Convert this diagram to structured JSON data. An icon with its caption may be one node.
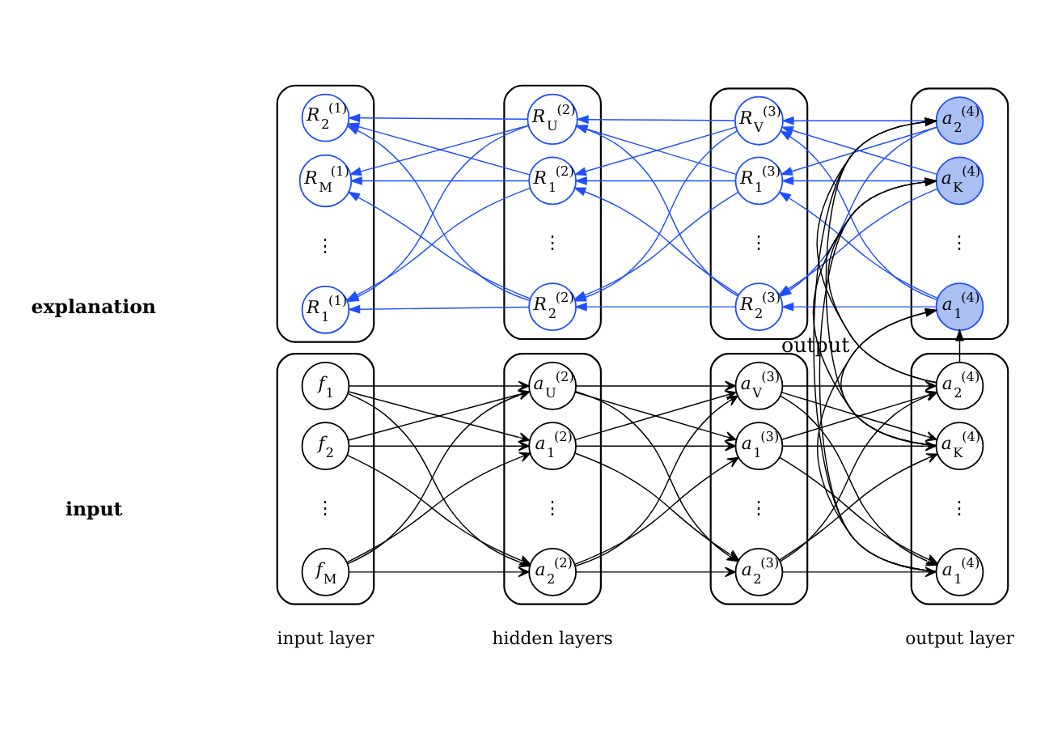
{
  "diagram": {
    "nodes": [
      {
        "text": [],
        "shape": "box"
      },
      {
        "text": [
          "f$_{1}$"
        ],
        "in": 0
      },
      {
        "text": [
          "f$_{2}$"
        ],
        "in": 0
      },
      {
        "text": [
          "f$_{M}$"
        ],
        "in": 0
      },
      {
        "text": [],
        "shape": "box"
      },
      {
        "text": [
          "a$_{1}$$^{(2)}$"
        ],
        "in": 4
      },
      {
        "text": [
          "a$_{2}$$^{(2)}$"
        ],
        "in": 4
      },
      {
        "text": [
          "a$_{U}$$^{(2)}$"
        ],
        "in": 4
      },
      {
        "text": [],
        "shape": "box"
      },
      {
        "text": [
          "a$_{1}$$^{(3)}$"
        ],
        "in": 8
      },
      {
        "text": [
          "a$_{2}$$^{(3)}$"
        ],
        "in": 8
      },
      {
        "text": [
          "a$_{V}$$^{(3)}$"
        ],
        "in": 8
      },
      {
        "text": [],
        "shape": "box"
      },
      {
        "text": [
          "a$_{1}$$^{(4)}$"
        ],
        "in": 12
      },
      {
        "text": [
          "a$_{2}$$^{(4)}$"
        ],
        "in": 12
      },
      {
        "text": [
          "a$_{K}$$^{(4)}$"
        ],
        "in": 12
      },
      {
        "text": [],
        "shape": "box"
      },
      {
        "text": [
          "R$_{1}$$^{(1)}$"
        ],
        "in": 16
      },
      {
        "text": [
          "R$_{2}$$^{(1)}$"
        ],
        "in": 16
      },
      {
        "text": [
          "R$_{M}$$^{(1)}$"
        ],
        "in": 16
      },
      {
        "text": [],
        "shape": "box"
      },
      {
        "text": [
          "R$_{1}$$^{(2)}$"
        ],
        "in": 20
      },
      {
        "text": [
          "R$_{2}$$^{(2)}$"
        ],
        "in": 20
      },
      {
        "text": [
          "R$_{U}$$^{(2)}$"
        ],
        "in": 20
      },
      {
        "text": [],
        "shape": "box"
      },
      {
        "text": [
          "R$_{1}$$^{(3)}$"
        ],
        "in": 24
      },
      {
        "text": [
          "R$_{2}$$^{(3)}$"
        ],
        "in": 24
      },
      {
        "text": [
          "R$_{V}$$^{(3)}$"
        ],
        "in": 24
      },
      {
        "text": [],
        "shape": "box"
      },
      {
        "text": [
          "a$_{1}$$^{(4)}$"
        ],
        "in": 28
      },
      {
        "text": [
          "a$_{2}$$^{(4)}$"
        ],
        "in": 28
      },
      {
        "text": [
          "a$_{K}$$^{(4)}$"
        ],
        "in": 28
      }
    ],
    "edges": [
      {
        "from": 1,
        "to": 5,
        "arrow": "to"
      },
      {
        "from": 1,
        "to": 6,
        "arrow": "to"
      },
      {
        "from": 1,
        "to": 7,
        "arrow": "to"
      },
      {
        "from": 2,
        "to": 5,
        "arrow": "to"
      },
      {
        "from": 2,
        "to": 6,
        "arrow": "to"
      },
      {
        "from": 2,
        "to": 7,
        "arrow": "to"
      },
      {
        "from": 3,
        "to": 5,
        "arrow": "to"
      },
      {
        "from": 3,
        "to": 6,
        "arrow": "to"
      },
      {
        "from": 3,
        "to": 7,
        "arrow": "to"
      },
      {
        "from": 5,
        "to": 9,
        "arrow": "to"
      },
      {
        "from": 5,
        "to": 10,
        "arrow": "to"
      },
      {
        "from": 5,
        "to": 11,
        "arrow": "to"
      },
      {
        "from": 6,
        "to": 9,
        "arrow": "to"
      },
      {
        "from": 6,
        "to": 10,
        "arrow": "to"
      },
      {
        "from": 6,
        "to": 11,
        "arrow": "to"
      },
      {
        "from": 7,
        "to": 9,
        "arrow": "to"
      },
      {
        "from": 7,
        "to": 10,
        "arrow": "to"
      },
      {
        "from": 7,
        "to": 11,
        "arrow": "to"
      },
      {
        "from": 9,
        "to": 13,
        "arrow": "to"
      },
      {
        "from": 9,
        "to": 14,
        "arrow": "to"
      },
      {
        "from": 9,
        "to": 15,
        "arrow": "to"
      },
      {
        "from": 10,
        "to": 13,
        "arrow": "to"
      },
      {
        "from": 10,
        "to": 14,
        "arrow": "to"
      },
      {
        "from": 10,
        "to": 15,
        "arrow": "to"
      },
      {
        "from": 11,
        "to": 13,
        "arrow": "to"
      },
      {
        "from": 11,
        "to": 14,
        "arrow": "to"
      },
      {
        "from": 11,
        "to": 15,
        "arrow": "to"
      },
      {
        "from": 13,
        "to": 29,
        "arrow": "to"
      },
      {
        "from": 13,
        "to": 30,
        "arrow": "to"
      },
      {
        "from": 13,
        "to": 31,
        "arrow": "to"
      },
      {
        "from": 14,
        "to": 29,
        "arrow": "to"
      },
      {
        "from": 14,
        "to": 30,
        "arrow": "to",
        "label": "output"
      },
      {
        "from": 14,
        "to": 31,
        "arrow": "to"
      },
      {
        "from": 15,
        "to": 29,
        "arrow": "to"
      },
      {
        "from": 15,
        "to": 30,
        "arrow": "to"
      },
      {
        "from": 15,
        "to": 31,
        "arrow": "to"
      },
      {
        "from": 29,
        "to": 25,
        "arrow": "to",
        "color": "#1f4fff"
      },
      {
        "from": 29,
        "to": 26,
        "arrow": "to",
        "color": "#1f4fff"
      },
      {
        "from": 29,
        "to": 27,
        "arrow": "to",
        "color": "#1f4fff"
      },
      {
        "from": 30,
        "to": 25,
        "arrow": "to",
        "color": "#1f4fff"
      },
      {
        "from": 30,
        "to": 26,
        "arrow": "to",
        "color": "#1f4fff"
      },
      {
        "from": 30,
        "to": 27,
        "arrow": "to",
        "color": "#1f4fff"
      },
      {
        "from": 31,
        "to": 25,
        "arrow": "to",
        "color": "#1f4fff"
      },
      {
        "from": 31,
        "to": 26,
        "arrow": "to",
        "color": "#1f4fff"
      },
      {
        "from": 31,
        "to": 27,
        "arrow": "to",
        "color": "#1f4fff"
      },
      {
        "from": 25,
        "to": 21,
        "arrow": "to",
        "color": "#1f4fff"
      },
      {
        "from": 25,
        "to": 22,
        "arrow": "to",
        "color": "#1f4fff"
      },
      {
        "from": 25,
        "to": 23,
        "arrow": "to",
        "color": "#1f4fff"
      },
      {
        "from": 26,
        "to": 21,
        "arrow": "to",
        "color": "#1f4fff"
      },
      {
        "from": 26,
        "to": 22,
        "arrow": "to",
        "color": "#1f4fff"
      },
      {
        "from": 26,
        "to": 23,
        "arrow": "to",
        "color": "#1f4fff"
      },
      {
        "from": 27,
        "to": 21,
        "arrow": "to",
        "color": "#1f4fff"
      },
      {
        "from": 27,
        "to": 22,
        "arrow": "to",
        "color": "#1f4fff"
      },
      {
        "from": 27,
        "to": 23,
        "arrow": "to",
        "color": "#1f4fff"
      },
      {
        "from": 21,
        "to": 17,
        "arrow": "to",
        "color": "#1f4fff"
      },
      {
        "from": 21,
        "to": 18,
        "arrow": "to",
        "color": "#1f4fff"
      },
      {
        "from": 21,
        "to": 19,
        "arrow": "to",
        "color": "#1f4fff"
      },
      {
        "from": 22,
        "to": 17,
        "arrow": "to",
        "color": "#1f4fff"
      },
      {
        "from": 22,
        "to": 18,
        "arrow": "to",
        "color": "#1f4fff"
      },
      {
        "from": 22,
        "to": 19,
        "arrow": "to",
        "color": "#1f4fff"
      },
      {
        "from": 23,
        "to": 17,
        "arrow": "to",
        "color": "#1f4fff"
      },
      {
        "from": 23,
        "to": 18,
        "arrow": "to",
        "color": "#1f4fff"
      },
      {
        "from": 23,
        "to": 19,
        "arrow": "to",
        "color": "#1f4fff"
      }
    ],
    "labels": [
      "input layer",
      "hidden layers",
      "output layer",
      "input",
      "⋮",
      "⋮",
      "⋮",
      "⋮",
      "explanation",
      "⋮",
      "⋮",
      "⋮",
      "⋮"
    ]
  }
}
